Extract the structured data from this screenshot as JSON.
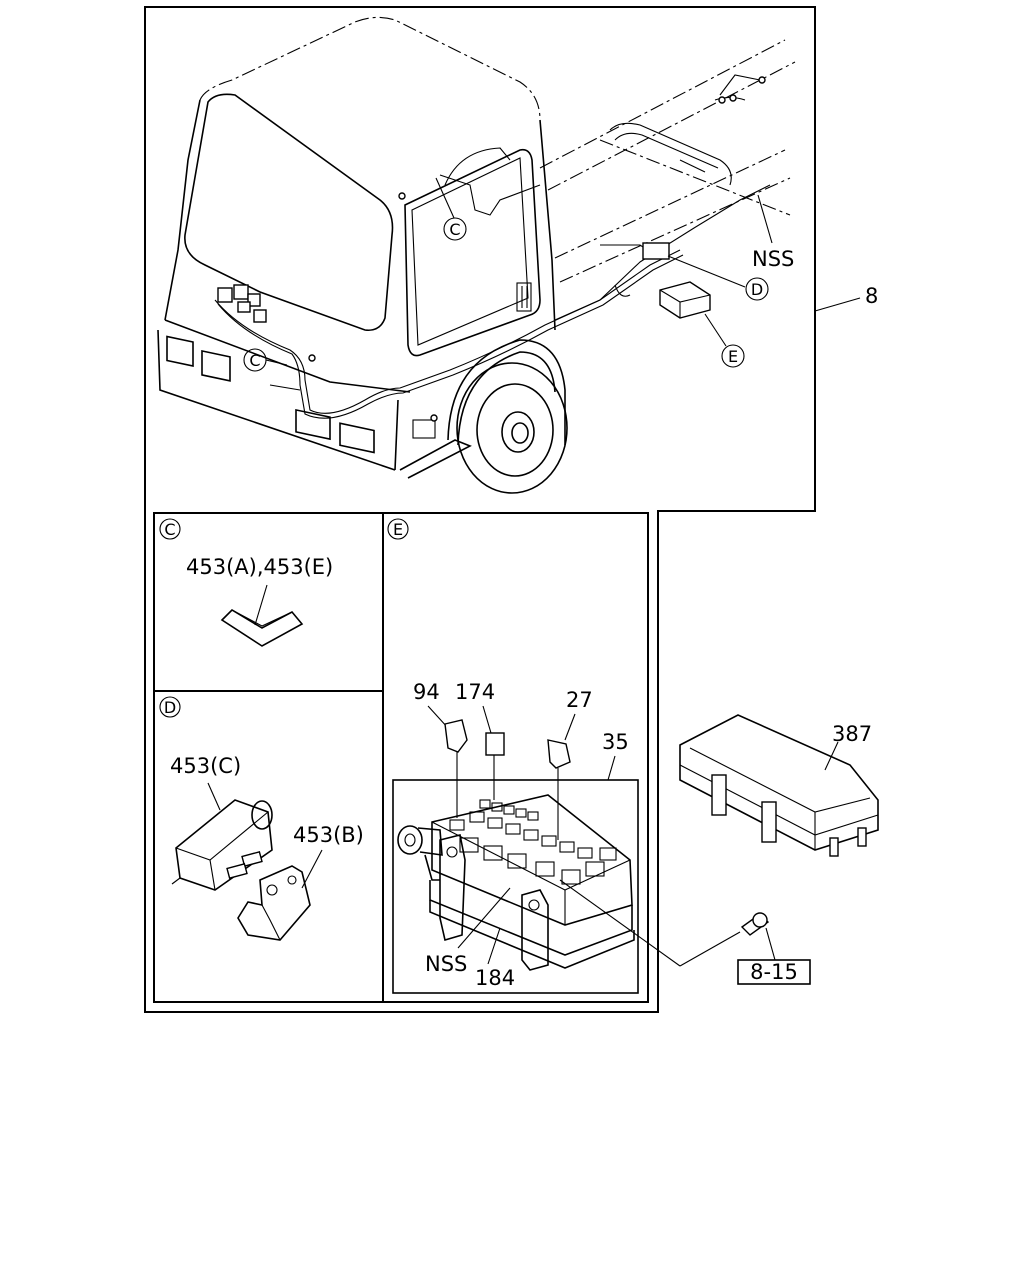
{
  "callouts": {
    "main_assembly": "8",
    "nss_main": "NSS",
    "detail_c": "C",
    "detail_d": "D",
    "detail_e": "E"
  },
  "panel_c": {
    "title": "C",
    "part_label": "453(A),453(E)"
  },
  "panel_d": {
    "title": "D",
    "part_c": "453(C)",
    "part_b": "453(B)"
  },
  "panel_e": {
    "title": "E",
    "part_94": "94",
    "part_174": "174",
    "part_27": "27",
    "part_35": "35",
    "nss": "NSS",
    "part_184": "184"
  },
  "loose_parts": {
    "cover": "387",
    "bolt_ref": "8-15"
  }
}
